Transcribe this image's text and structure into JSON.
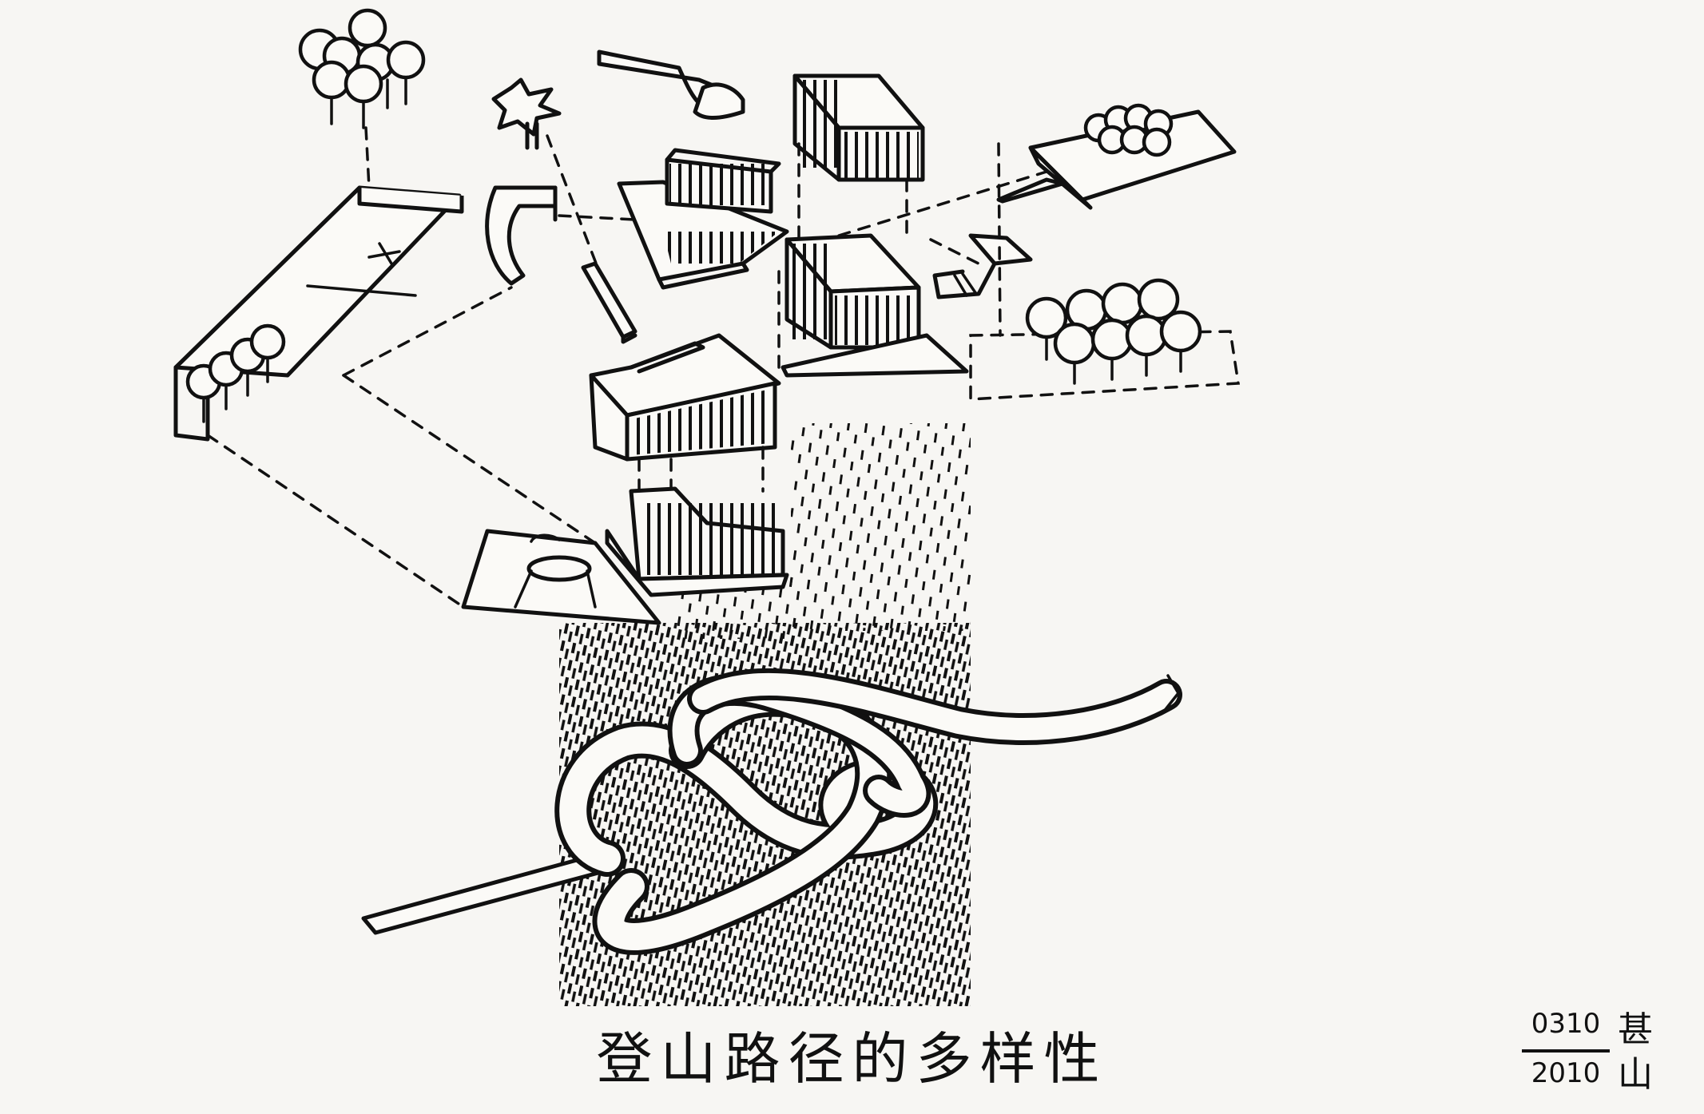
{
  "caption": "登山路径的多样性",
  "signature": {
    "date_top": "0310",
    "date_bottom": "2010",
    "name": "甚山"
  },
  "colors": {
    "ink": "#111111",
    "paper": "#f7f6f3"
  }
}
